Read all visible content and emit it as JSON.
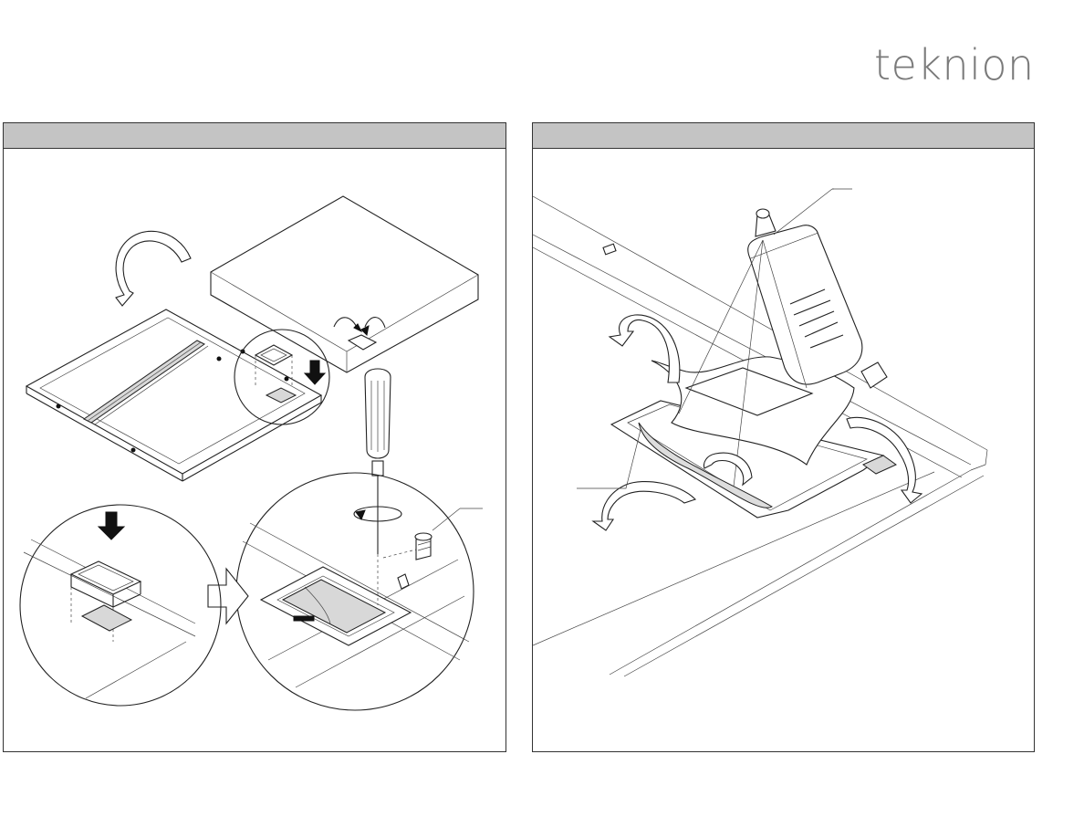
{
  "brand": {
    "logo_text": "teknion"
  },
  "panels": [
    {
      "header": "",
      "figure": "cover-plate-removal-and-insert-installation"
    },
    {
      "header": "",
      "figure": "adhesive-spray-and-fold-liner"
    }
  ]
}
